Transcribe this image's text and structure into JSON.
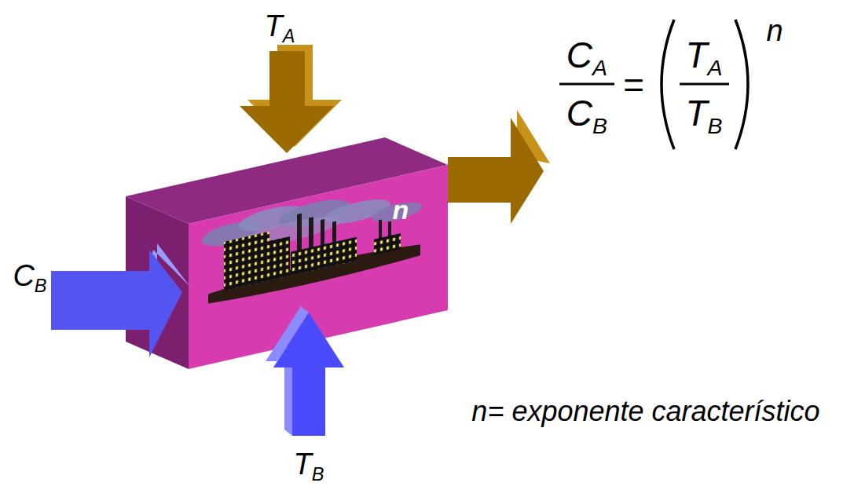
{
  "diagram": {
    "nodes": [
      {
        "text": [
          "n"
        ]
      }
    ],
    "labels": [
      "TA",
      "CB",
      "TB",
      "CA",
      "CB",
      "=",
      "TA",
      "TB",
      "n",
      "n= exponente característico"
    ]
  }
}
